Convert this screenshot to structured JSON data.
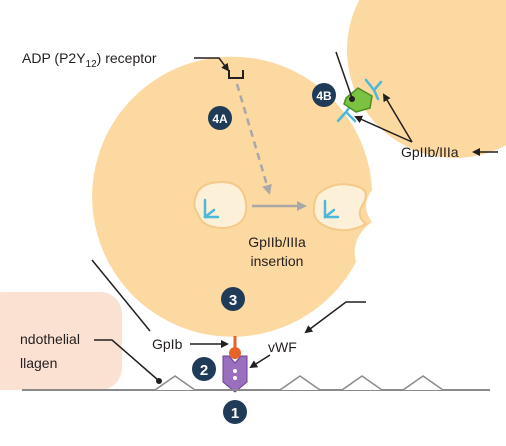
{
  "labels": {
    "adp_receptor": "ADP (P2Y12) receptor",
    "adp_receptor_main": "ADP (P2Y",
    "adp_receptor_sub": "12",
    "adp_receptor_end": ") receptor",
    "gpiibiiia_right": "GpIIb/IIIa",
    "gpiibiiia_insertion_line1": "GpIIb/IIIa",
    "gpiibiiia_insertion_line2": "insertion",
    "gpib": "GpIb",
    "vwf": "vWF",
    "endothelial_line1": "ndothelial",
    "endothelial_line2": "llagen"
  },
  "steps": {
    "step1": "1",
    "step2": "2",
    "step3": "3",
    "step4a": "4A",
    "step4b": "4B"
  },
  "colors": {
    "platelet_fill": "#fcd9a0",
    "platelet_stroke": "#f4c98a",
    "vesicle_fill": "#fdf0d8",
    "receptor_blue": "#4db8d8",
    "badge_navy": "#1f3b57",
    "vwf_purple": "#9b6fc0",
    "gpib_orange": "#e8632a",
    "adp_green": "#7cc242",
    "arrow_gray": "#a8a8a8",
    "endothelium_fill": "#fbe1d2",
    "line_dark": "#231f20"
  },
  "icons": {
    "receptor": "y-shaped-receptor-icon",
    "vwf": "vwf-shield-icon",
    "adp": "adp-molecule-icon"
  }
}
